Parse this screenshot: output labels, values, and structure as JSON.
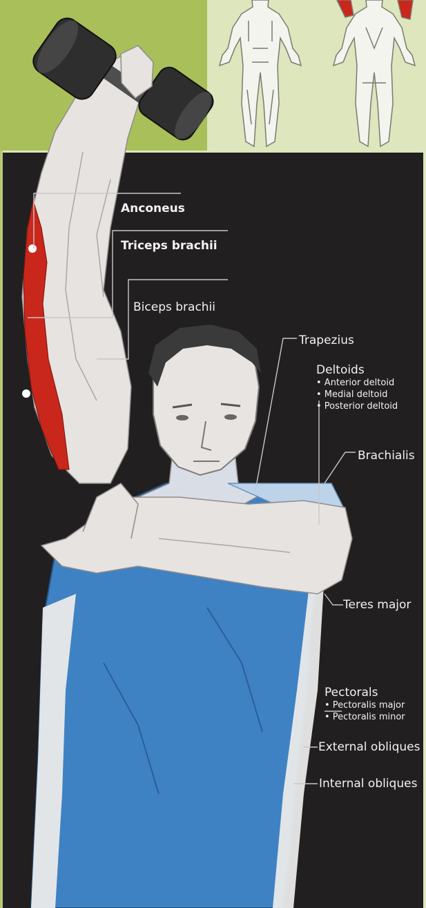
{
  "colors": {
    "background_dark": "#211f1f",
    "panel_green": "#a9bf5a",
    "panel_pale": "#dde6bc",
    "target_muscle": "#c9271b",
    "shirt_blue": "#3f82c4",
    "skin": "#e9e6e3",
    "leader_line": "#c8c8c8"
  },
  "labels": {
    "anconeus": "Anconeus",
    "triceps": "Triceps brachii",
    "biceps": "Biceps brachii",
    "trapezius": "Trapezius",
    "deltoids": {
      "title": "Deltoids",
      "items": [
        "• Anterior deltoid",
        "• Medial deltoid",
        "• Posterior deltoid"
      ]
    },
    "brachialis": "Brachialis",
    "teres_major": "Teres major",
    "pectorals": {
      "title": "Pectorals",
      "items": [
        "• Pectoralis major",
        "• Pectoralis minor"
      ]
    },
    "external_obliques": "External obliques",
    "internal_obliques": "Internal obliques"
  },
  "illustration": {
    "subject": "man performing one-arm overhead dumbbell triceps extension",
    "highlighted_muscles": [
      "triceps brachii",
      "anconeus"
    ],
    "icons": [
      "dumbbell-icon",
      "body-front-icon",
      "body-back-icon"
    ]
  }
}
